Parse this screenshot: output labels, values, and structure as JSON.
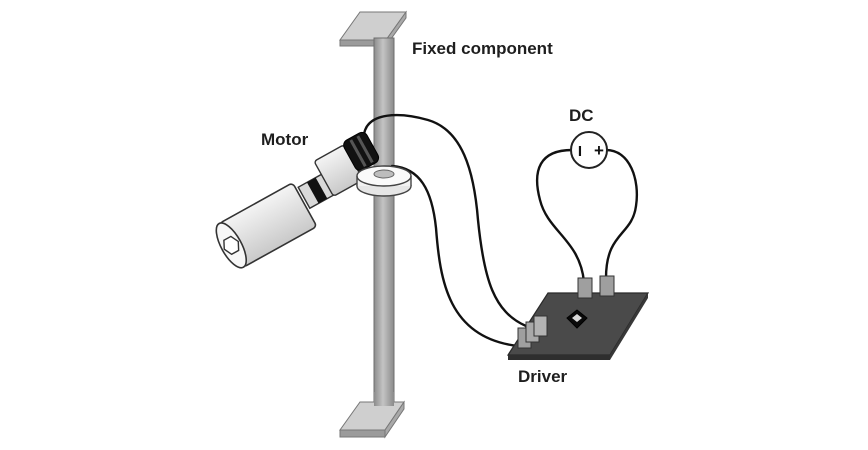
{
  "labels": {
    "fixed_component": "Fixed component",
    "motor": "Motor",
    "dc": "DC",
    "driver": "Driver"
  },
  "battery_symbols": {
    "negative": "I",
    "positive": "+"
  },
  "colors": {
    "background": "#ffffff",
    "rod": "#a6a6a6",
    "plate": "#c2c2c2",
    "motor_body": "#e2e2e2",
    "motor_dark": "#111111",
    "board": "#4a4a4a",
    "wire": "#111111",
    "label_text": "#1e1e1e"
  },
  "icons": {
    "dc_source": "battery-circle-icon",
    "driver_chip": "chip-diamond-icon"
  }
}
